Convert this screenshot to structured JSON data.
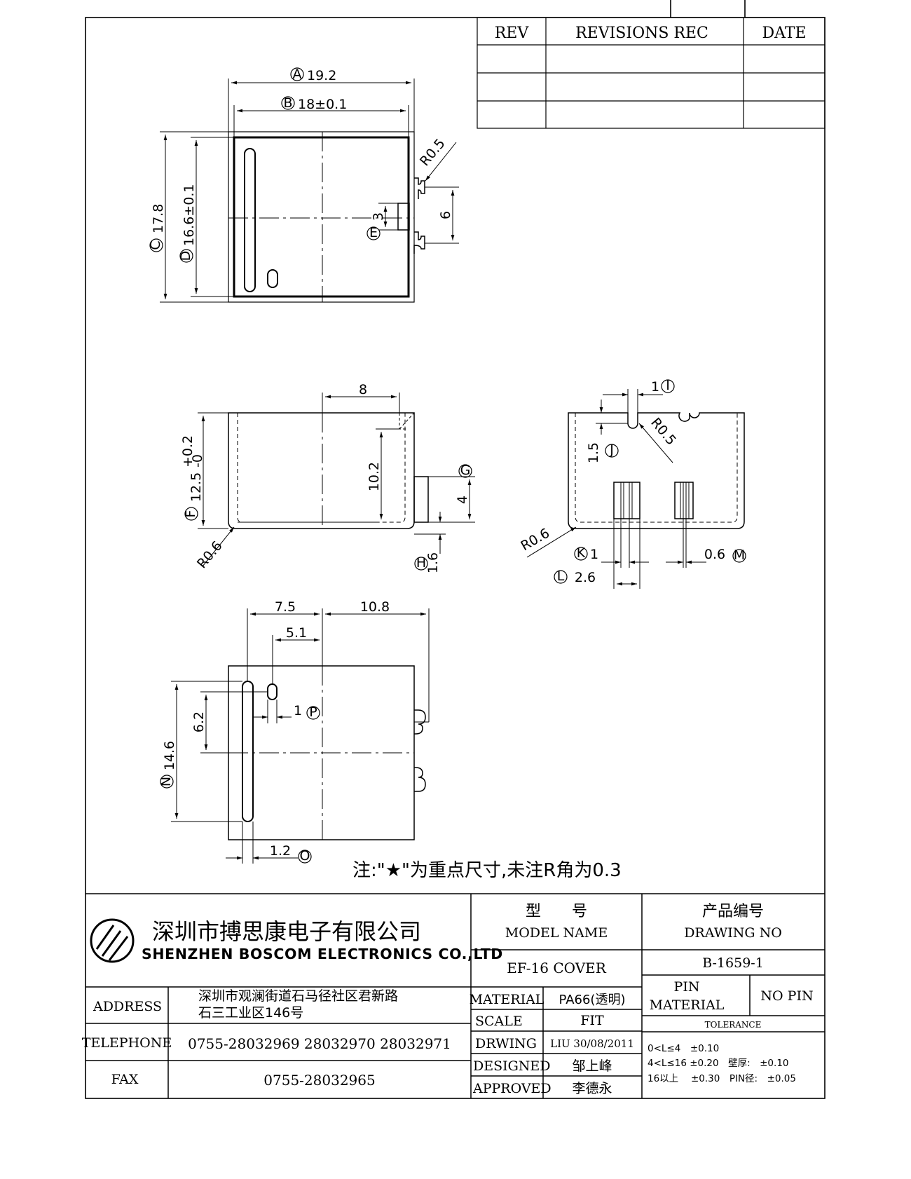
{
  "revisions": {
    "headers": [
      "REV",
      "REVISIONS REC",
      "DATE"
    ],
    "rows": [
      [
        "",
        "",
        ""
      ],
      [
        "",
        "",
        ""
      ],
      [
        "",
        "",
        ""
      ]
    ]
  },
  "top_view": {
    "dim_a": "19.2",
    "dim_b": "18±0.1",
    "dim_c": "17.8",
    "dim_d": "16.6±0.1",
    "dim_e": "3",
    "dim_6": "6",
    "radius": "R0.5",
    "markers": {
      "a": "A",
      "b": "B",
      "c": "C",
      "d": "D",
      "e": "E"
    }
  },
  "front_view": {
    "dim_8": "8",
    "dim_f": "12.5",
    "dim_f_tol_plus": "+0.2",
    "dim_f_tol_minus": "-0",
    "dim_10_2": "10.2",
    "dim_g": "4",
    "dim_h": "1.6",
    "radius": "R0.6",
    "markers": {
      "f": "F",
      "g": "G",
      "h": "H"
    }
  },
  "side_view": {
    "dim_i": "1",
    "dim_j": "1.5",
    "radius_top": "R0.5",
    "radius_bottom": "R0.6",
    "dim_k": "1",
    "dim_l": "2.6",
    "dim_m": "0.6",
    "markers": {
      "i": "I",
      "j": "J",
      "k": "K",
      "l": "L",
      "m": "M"
    }
  },
  "bottom_view": {
    "dim_7_5": "7.5",
    "dim_10_8": "10.8",
    "dim_5_1": "5.1",
    "dim_p": "1",
    "dim_6_2": "6.2",
    "dim_n": "14.6",
    "dim_o": "1.2",
    "markers": {
      "n": "N",
      "o": "O",
      "p": "P"
    }
  },
  "note": "注:\"★\"为重点尺寸,未注R角为0.3",
  "title_block": {
    "company_cn": "深圳市搏思康电子有限公司",
    "company_en": "SHENZHEN BOSCOM ELECTRONICS CO.,LTD",
    "model_label_cn": "型　　号",
    "model_label_en": "MODEL NAME",
    "drawing_label_cn": "产品编号",
    "drawing_label_en": "DRAWING NO",
    "model_name": "EF-16 COVER",
    "drawing_no": "B-1659-1",
    "address_label": "ADDRESS",
    "address_line1": "深圳市观澜街道石马径社区君新路",
    "address_line2": "石三工业区146号",
    "telephone_label": "TELEPHONE",
    "telephone": "0755-28032969 28032970 28032971",
    "fax_label": "FAX",
    "fax": "0755-28032965",
    "material_label": "MATERIAL",
    "material": "PA66(透明)",
    "scale_label": "SCALE",
    "scale": "FIT",
    "drawing_by_label": "DRWING",
    "drawing_by": "LIU 30/08/2011",
    "designed_label": "DESIGNED",
    "designed": "邹上峰",
    "approved_label": "APPROVED",
    "approved": "李德永",
    "pin_label_1": "PIN",
    "pin_label_2": "MATERIAL",
    "pin_value": "NO PIN",
    "tolerance_label": "TOLERANCE",
    "tol_line1": "0<L≤4　±0.10",
    "tol_line2": "4<L≤16 ±0.20　壁厚:　±0.10",
    "tol_line3": "16以上　 ±0.30　PIN径:　±0.05"
  }
}
